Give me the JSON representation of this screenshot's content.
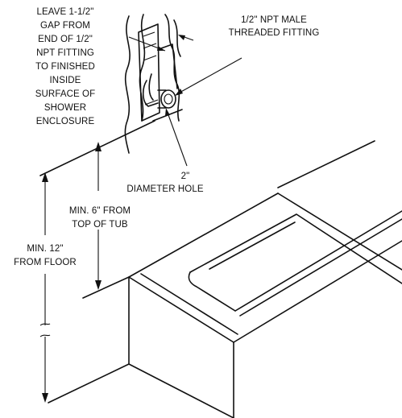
{
  "labels": {
    "gap_note": [
      "LEAVE 1-1/2\"",
      "GAP FROM",
      "END OF 1/2\"",
      "NPT FITTING",
      "TO FINISHED",
      "INSIDE",
      "SURFACE OF",
      "SHOWER",
      "ENCLOSURE"
    ],
    "fitting_note": [
      "1/2\" NPT MALE",
      "THREADED FITTING"
    ],
    "hole_note": [
      "2\"",
      "DIAMETER HOLE"
    ],
    "tub_height_note": [
      "MIN. 6\" FROM",
      "TOP OF TUB"
    ],
    "floor_height_note": [
      "MIN. 12\"",
      "FROM FLOOR"
    ]
  }
}
